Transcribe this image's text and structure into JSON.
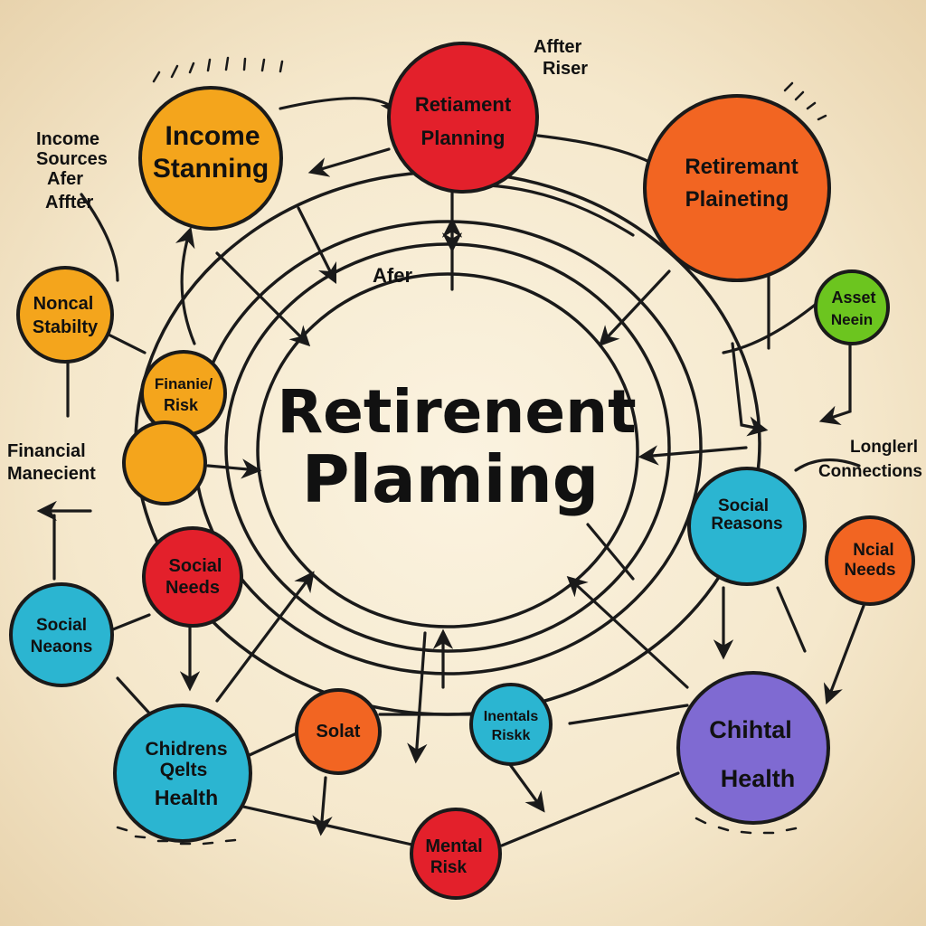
{
  "title": {
    "line1": "Retirenent",
    "line2": "Plaming"
  },
  "colors": {
    "yellow": "#f4a51c",
    "red": "#e3202b",
    "orange": "#f26522",
    "green": "#6cc51f",
    "cyan": "#2bb5d1",
    "purple": "#7f6ad2",
    "background": "#f6ead0"
  },
  "nodes": [
    {
      "id": "income-stanning",
      "lines": [
        "Income",
        "Stanning"
      ],
      "color": "yellow"
    },
    {
      "id": "retiament-planning",
      "lines": [
        "Retiament",
        "Planning"
      ],
      "color": "red"
    },
    {
      "id": "retiremant-plaineting",
      "lines": [
        "Retiremant",
        "Plaineting"
      ],
      "color": "orange"
    },
    {
      "id": "noncal-stabilty",
      "lines": [
        "Noncal",
        "Stabilty"
      ],
      "color": "yellow"
    },
    {
      "id": "asset-neein",
      "lines": [
        "Asset",
        "Neein"
      ],
      "color": "green"
    },
    {
      "id": "finanie-risk",
      "lines": [
        "Finanie/",
        "Risk"
      ],
      "color": "yellow"
    },
    {
      "id": "blank-orange",
      "lines": [],
      "color": "yellow"
    },
    {
      "id": "social-needs-left",
      "lines": [
        "Social",
        "Needs"
      ],
      "color": "red"
    },
    {
      "id": "social-reasons-right",
      "lines": [
        "Social",
        "Reasons"
      ],
      "color": "cyan"
    },
    {
      "id": "ncial-needs",
      "lines": [
        "Ncial",
        "Needs"
      ],
      "color": "orange"
    },
    {
      "id": "social-neaons",
      "lines": [
        "Social",
        "Neaons"
      ],
      "color": "cyan"
    },
    {
      "id": "chidrens-health",
      "lines": [
        "Chidrens",
        "Qelts",
        "Health"
      ],
      "color": "cyan"
    },
    {
      "id": "solat",
      "lines": [
        "Solat"
      ],
      "color": "orange"
    },
    {
      "id": "inentals-riskk",
      "lines": [
        "Inentals",
        "Riskk"
      ],
      "color": "cyan"
    },
    {
      "id": "chihtal-health",
      "lines": [
        "Chihtal",
        "Health"
      ],
      "color": "purple"
    },
    {
      "id": "mental-risk",
      "lines": [
        "Mental",
        "Risk"
      ],
      "color": "red"
    }
  ],
  "free_labels": {
    "income_sources": [
      "Income",
      "Sources",
      "Afer",
      "Affter"
    ],
    "after_riser": [
      "Affter",
      "Riser"
    ],
    "afer": "Afer",
    "financial_manecient": [
      "Financial",
      "Manecient"
    ],
    "longlerl_connections": [
      "Longlerl",
      "Connections"
    ]
  }
}
